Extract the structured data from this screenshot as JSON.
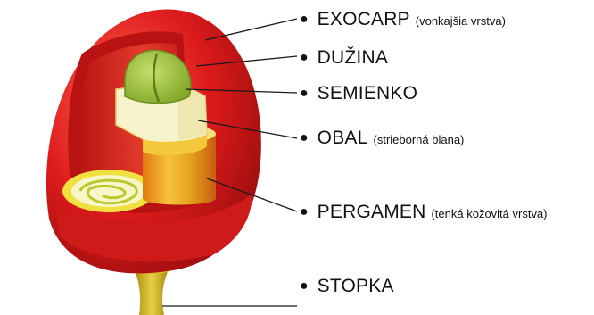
{
  "labels": [
    {
      "main": "EXOCARP",
      "note": "(vonkajšia vrstva)"
    },
    {
      "main": "DUŽINA",
      "note": ""
    },
    {
      "main": "SEMIENKO",
      "note": ""
    },
    {
      "main": "OBAL",
      "note": "(strieborná blana)"
    },
    {
      "main": "PERGAMEN",
      "note": "(tenká kožovitá vrstva)"
    },
    {
      "main": "STOPKA",
      "note": ""
    }
  ],
  "colors": {
    "skin": "#d81a1a",
    "skin_dark": "#a50e0e",
    "pulp": "#e8432c",
    "bean_green": "#9bc23c",
    "parchment": "#f4f0c8",
    "silverskin": "#f3d13a",
    "stem": "#c9b21a"
  }
}
